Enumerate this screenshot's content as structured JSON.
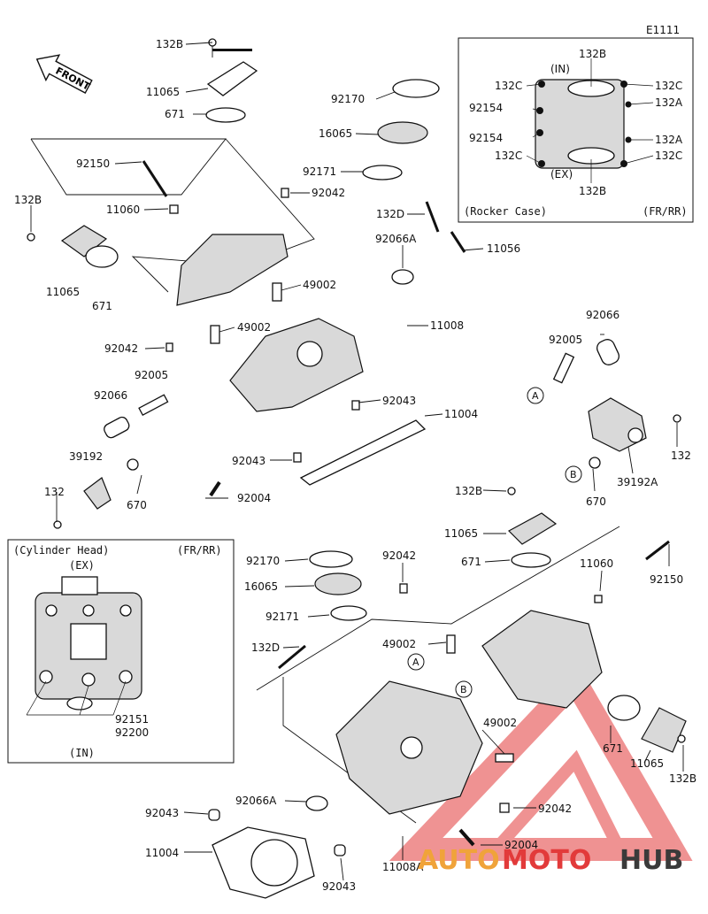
{
  "diagram_code": "E1111",
  "front_label": "FRONT",
  "labels": {
    "l132B_a": "132B",
    "l11065_a": "11065",
    "l671_a": "671",
    "l92150_a": "92150",
    "l11060_a": "11060",
    "l132B_b": "132B",
    "l11065_b": "11065",
    "l671_b": "671",
    "l92170_a": "92170",
    "l16065_a": "16065",
    "l92171_a": "92171",
    "l92042_a": "92042",
    "l132D_a": "132D",
    "l92066A_a": "92066A",
    "l11056": "11056",
    "l49002_a": "49002",
    "l49002_b": "49002",
    "l11008": "11008",
    "l92042_b": "92042",
    "l92005_a": "92005",
    "l92066_a": "92066",
    "l92043_a": "92043",
    "l11004_a": "11004",
    "l39192": "39192",
    "l92043_b": "92043",
    "l132_a": "132",
    "l670_a": "670",
    "l92004_a": "92004",
    "l92066_b": "92066",
    "l92005_b": "92005",
    "l132_b": "132",
    "l39192A": "39192A",
    "l670_b": "670",
    "l132B_c": "132B",
    "l11065_c": "11065",
    "l671_c": "671",
    "l11060_b": "11060",
    "l92150_b": "92150",
    "l92170_b": "92170",
    "l92042_c": "92042",
    "l16065_b": "16065",
    "l92171_b": "92171",
    "l49002_c": "49002",
    "l132D_b": "132D",
    "l671_d": "671",
    "l11065_d": "11065",
    "l132B_d": "132B",
    "l49002_d": "49002",
    "l92066A_b": "92066A",
    "l92042_d": "92042",
    "l92043_c": "92043",
    "l11004_b": "11004",
    "l92004_b": "92004",
    "l92043_d": "92043",
    "l11008A": "11008A"
  },
  "callouts": {
    "a1": "A",
    "b1": "B",
    "a2": "A",
    "b2": "B"
  },
  "inset_rocker": {
    "title": "(Rocker Case)",
    "side": "(FR/RR)",
    "in_label": "(IN)",
    "ex_label": "(EX)",
    "labels": {
      "t132B": "132B",
      "b132B": "132B",
      "l132C_1": "132C",
      "l92154_1": "92154",
      "l92154_2": "92154",
      "l132C_2": "132C",
      "r132C_1": "132C",
      "r132A_1": "132A",
      "r132A_2": "132A",
      "r132C_2": "132C"
    }
  },
  "inset_head": {
    "title": "(Cylinder Head)",
    "side": "(FR/RR)",
    "ex_label": "(EX)",
    "in_label": "(IN)",
    "labels": {
      "p92151": "92151",
      "p92200": "92200"
    }
  },
  "watermark": {
    "part1": "AUTO",
    "part2": "MOTO",
    "part3": "HUB"
  },
  "colors": {
    "watermark_red": "#e23a3a",
    "watermark_orange": "#f0a33a",
    "watermark_gray": "#3a3a3a"
  }
}
